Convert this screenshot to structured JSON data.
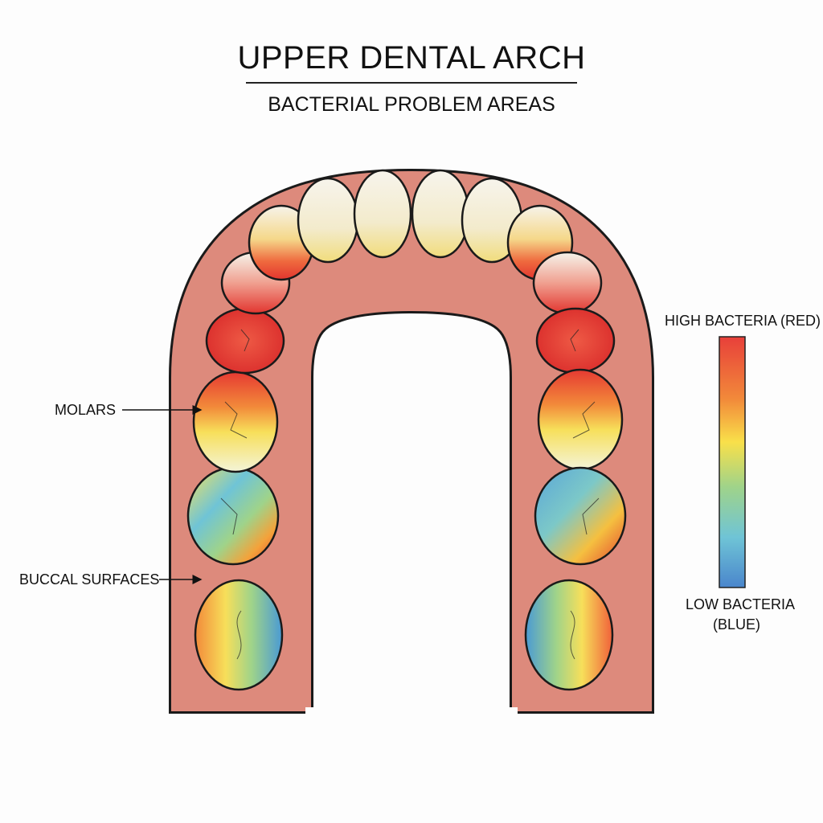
{
  "header": {
    "title": "UPPER DENTAL ARCH",
    "subtitle": "BACTERIAL PROBLEM AREAS"
  },
  "annotations": {
    "molars": "MOLARS",
    "buccal_surfaces": "BUCCAL SURFACES"
  },
  "legend": {
    "high_label": "HIGH BACTERIA (RED)",
    "low_label_line1": "LOW BACTERIA",
    "low_label_line2": "(BLUE)",
    "colors": [
      "#e8403a",
      "#f28a3a",
      "#f9e04a",
      "#9fd38a",
      "#6fc4d6",
      "#4a86cc"
    ]
  },
  "colors": {
    "gum": "#dd8a7c",
    "outline": "#1a1a1a",
    "enamel": "#f6f3ea"
  }
}
